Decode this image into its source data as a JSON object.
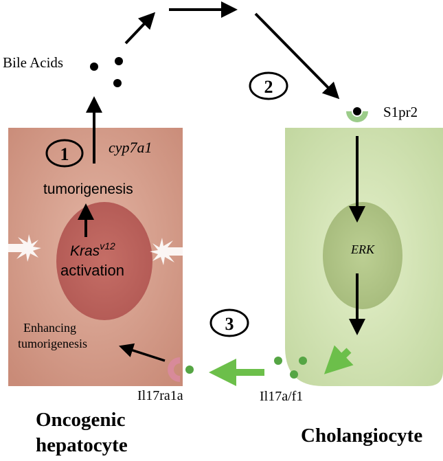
{
  "labels": {
    "bile_acids": "Bile Acids",
    "step_1": "1",
    "step_2": "2",
    "step_3": "3",
    "cyp7a1": "cyp7a1",
    "tumorigenesis": "tumorigenesis",
    "kras": "Kras",
    "kras_superscript": "v12",
    "activation": "activation",
    "enhancing_line1": "Enhancing",
    "enhancing_line2": "tumorigenesis",
    "s1pr2": "S1pr2",
    "erk": "ERK",
    "il17ra1a": "Il17ra1a",
    "il17af1": "Il17a/f1",
    "oncogenic_line1": "Oncogenic",
    "oncogenic_line2": "hepatocyte",
    "cholangiocyte": "Cholangiocyte"
  },
  "colors": {
    "hepatocyte_cell": "#d59a86",
    "hepatocyte_nucleus": "#b85e58",
    "cholangiocyte_cell": "#d4e4b4",
    "cholangiocyte_nucleus": "#b2c78a",
    "receptor_green": "#9ccc8a",
    "receptor_pink": "#d88a9a",
    "ligand_green": "#55a544",
    "arrow_green": "#6cbf4a",
    "arrow_black": "#000000"
  }
}
